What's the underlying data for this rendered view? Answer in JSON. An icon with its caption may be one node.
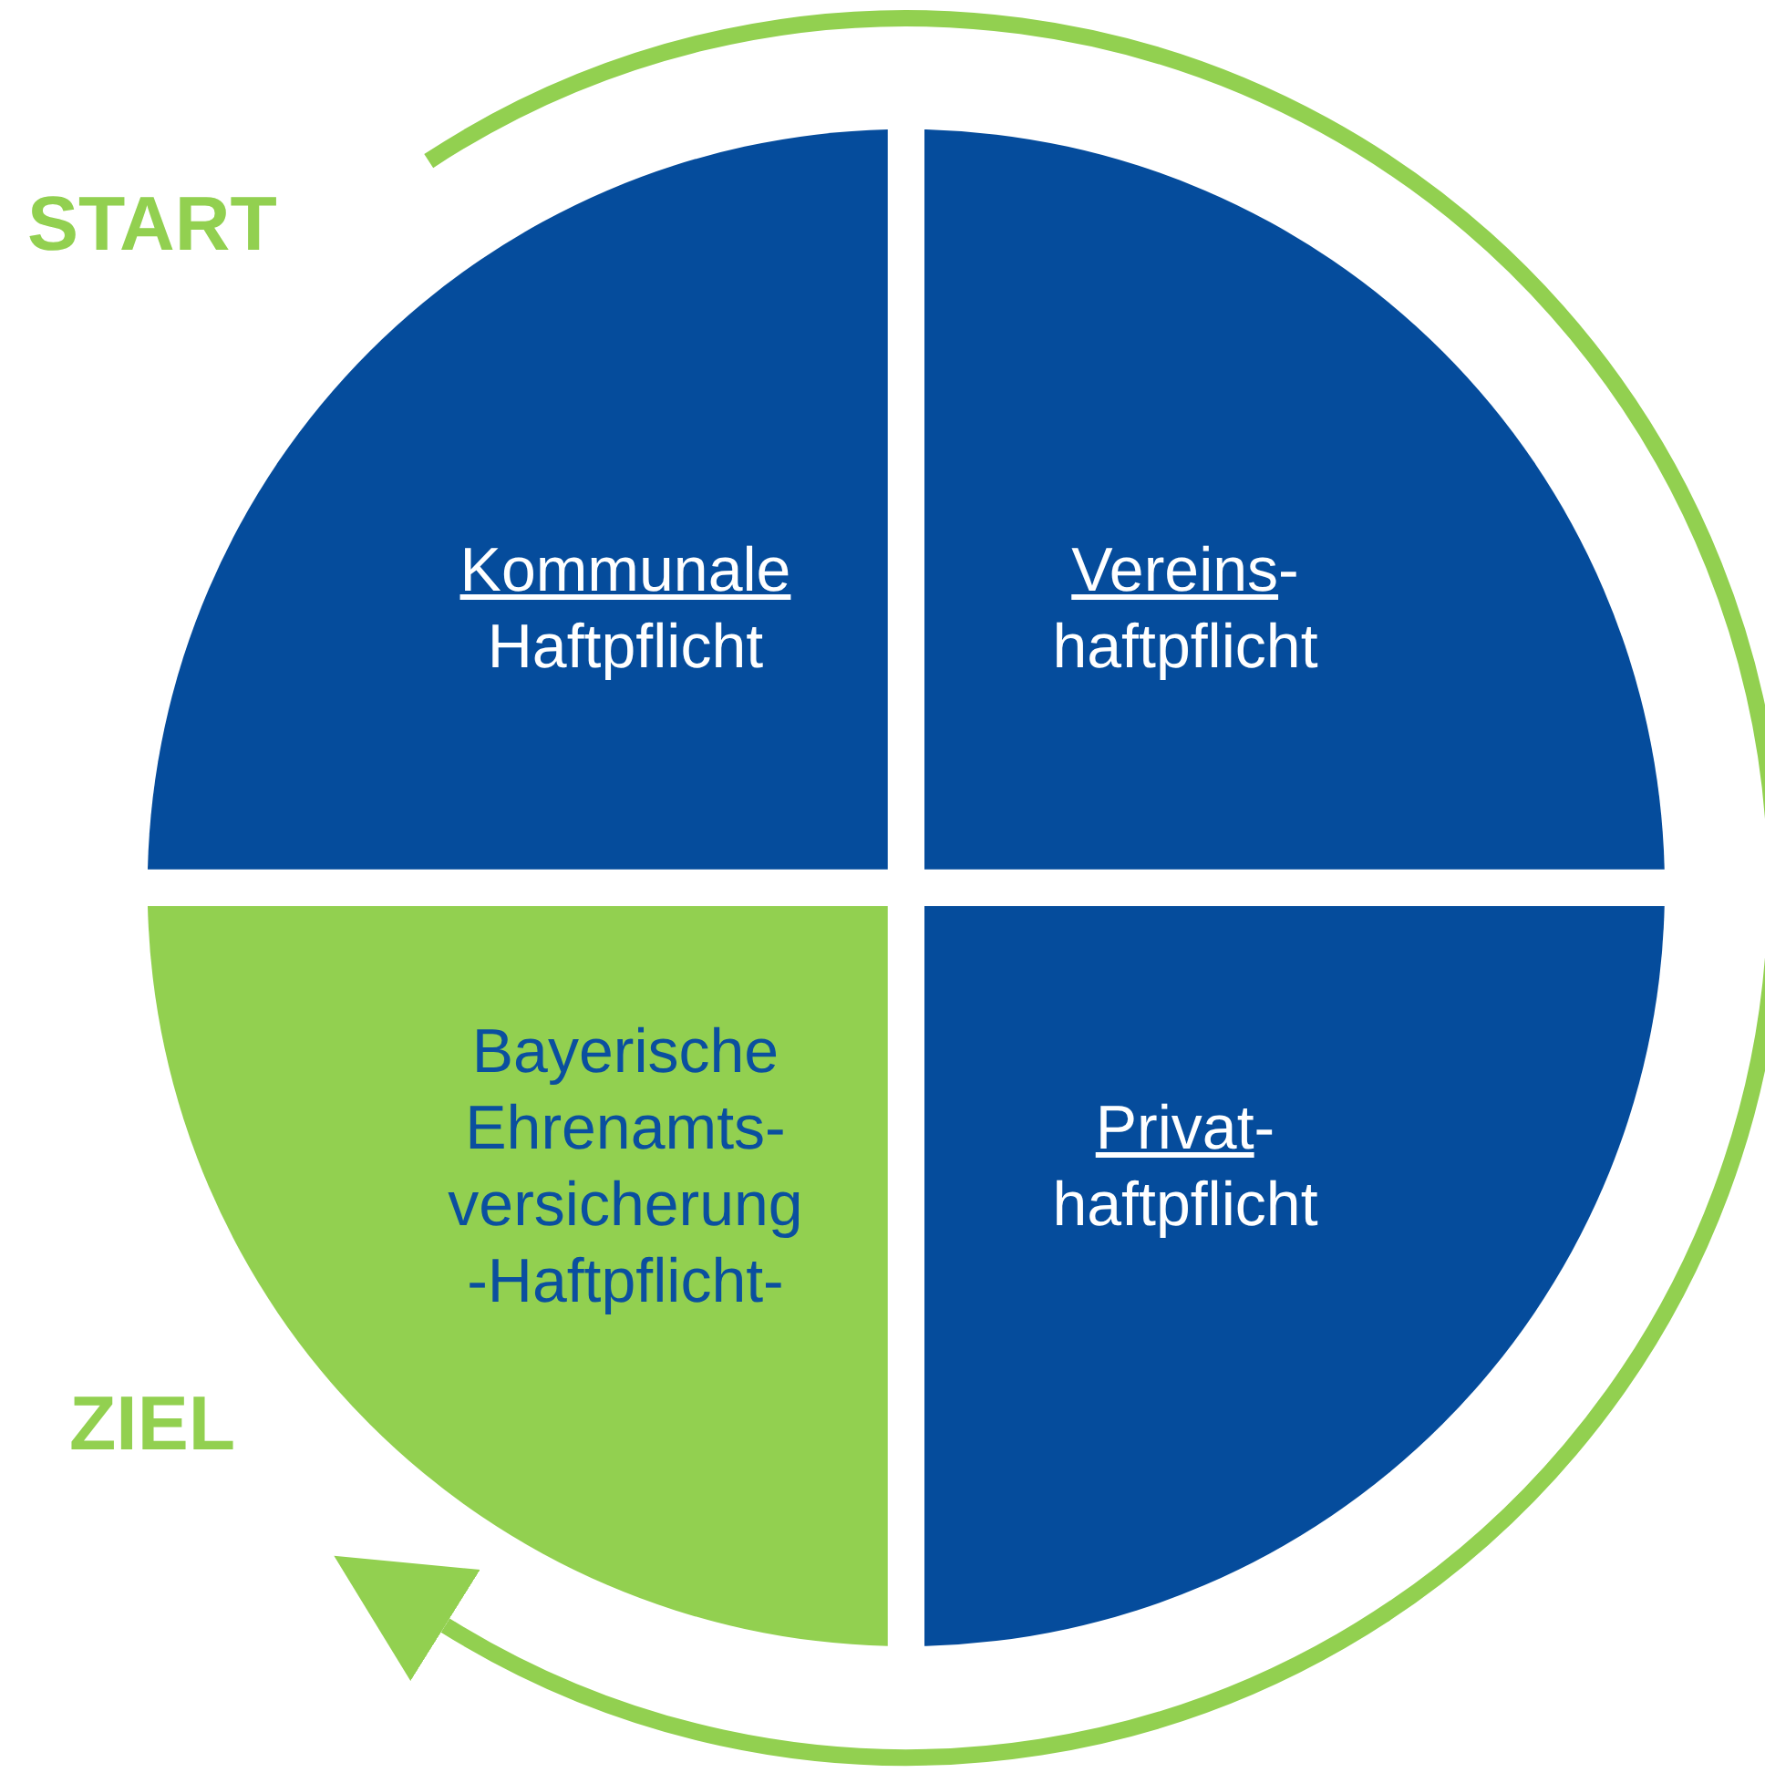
{
  "diagram": {
    "nodes": [
      {
        "text": [
          "Kommunale Haftpflicht"
        ]
      },
      {
        "text": [
          "Vereins- haftpflicht"
        ]
      },
      {
        "text": [
          "Bayerische Ehrenamts- versicherung -Haftpflicht-"
        ]
      },
      {
        "text": [
          "Privat- haftpflicht"
        ]
      }
    ],
    "labels": [
      "START",
      "ZIEL"
    ]
  }
}
